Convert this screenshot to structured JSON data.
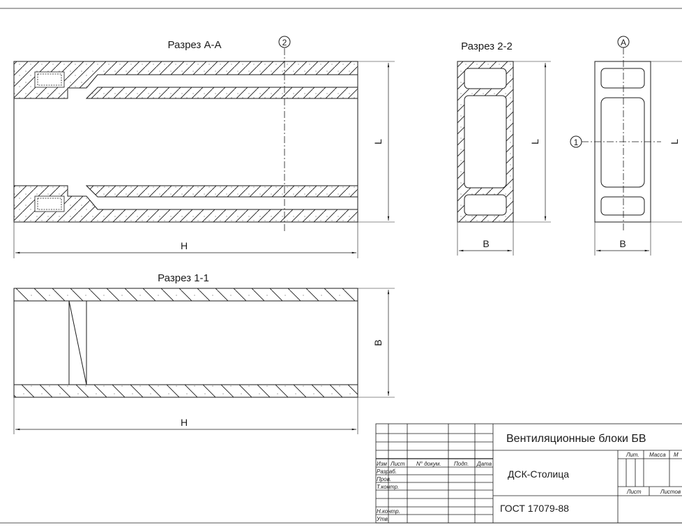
{
  "views": {
    "section_aa": {
      "title": "Разрез А-А",
      "axis_mark": "2",
      "dim_length": "L",
      "dim_height": "H"
    },
    "section_22": {
      "title": "Разрез 2-2",
      "dim_length": "L",
      "dim_width": "B"
    },
    "end_view": {
      "axis_mark_top": "А",
      "axis_mark_left": "1",
      "dim_length": "L",
      "dim_width": "B"
    },
    "section_11": {
      "title": "Разрез 1-1",
      "dim_width": "B",
      "dim_height": "H"
    }
  },
  "title_block": {
    "name": "Вентиляционные блоки БВ",
    "organization": "ДСК-Столица",
    "standard": "ГОСТ 17079-88",
    "columns": [
      "Изм",
      "Лист",
      "N° докум.",
      "Подп.",
      "Дата"
    ],
    "rows": [
      "Разраб.",
      "Пров.",
      "Т.контр.",
      "Н.контр.",
      "Утв."
    ],
    "lit_label": "Лит.",
    "mass_label": "Масса",
    "scale_label_partial": "М",
    "sheet_label": "Лист",
    "sheets_label": "Листов"
  }
}
